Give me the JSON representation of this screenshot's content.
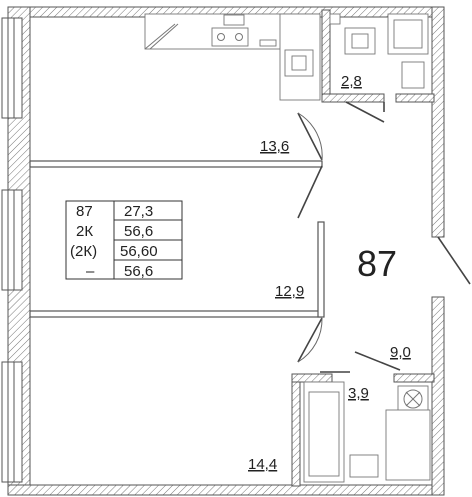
{
  "apartment": {
    "number": "87"
  },
  "rooms": {
    "kitchen_living": "13,6",
    "bathroom_small": "2,8",
    "bedroom_middle": "12,9",
    "bedroom_bottom": "14,4",
    "hall": "9,0",
    "bathroom_large": "3,9"
  },
  "summary_table": {
    "rows": [
      [
        "87",
        "27,3"
      ],
      [
        "2К",
        "56,6"
      ],
      [
        "(2К)",
        "56,60"
      ],
      [
        "–",
        "56,6"
      ]
    ]
  },
  "icons": [
    "kitchen-stove-icon",
    "sink-icon",
    "toilet-icon",
    "bathtub-icon",
    "shower-icon",
    "washing-machine-icon"
  ]
}
